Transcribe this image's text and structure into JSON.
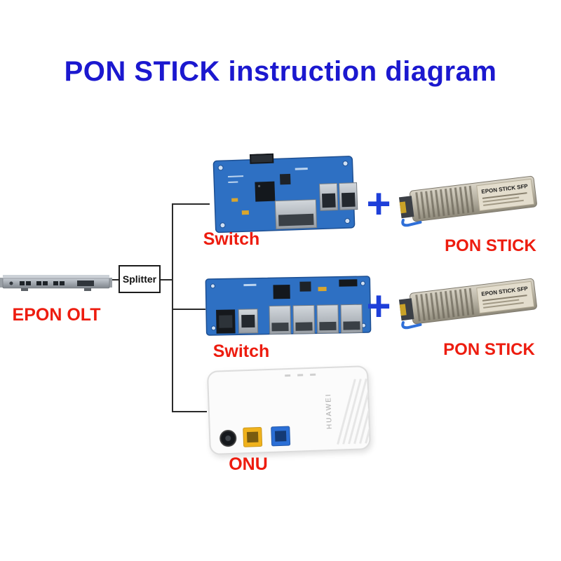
{
  "title": "PON STICK instruction diagram",
  "labels": {
    "olt": "EPON OLT",
    "splitter": "Splitter",
    "switch_top": "Switch",
    "switch_mid": "Switch",
    "pon_stick_top": "PON STICK",
    "pon_stick_mid": "PON STICK",
    "onu": "ONU",
    "plus": "+"
  },
  "devices": {
    "pon_stick_sticker": "EPON STICK SFP",
    "onu_brand": "HUAWEI"
  },
  "colors": {
    "title_blue": "#1b18cf",
    "label_red": "#ed1c0f",
    "plus_blue": "#1e3fd9",
    "connector_line": "#2b2b2b",
    "pcb_blue": "#2e70c3"
  }
}
